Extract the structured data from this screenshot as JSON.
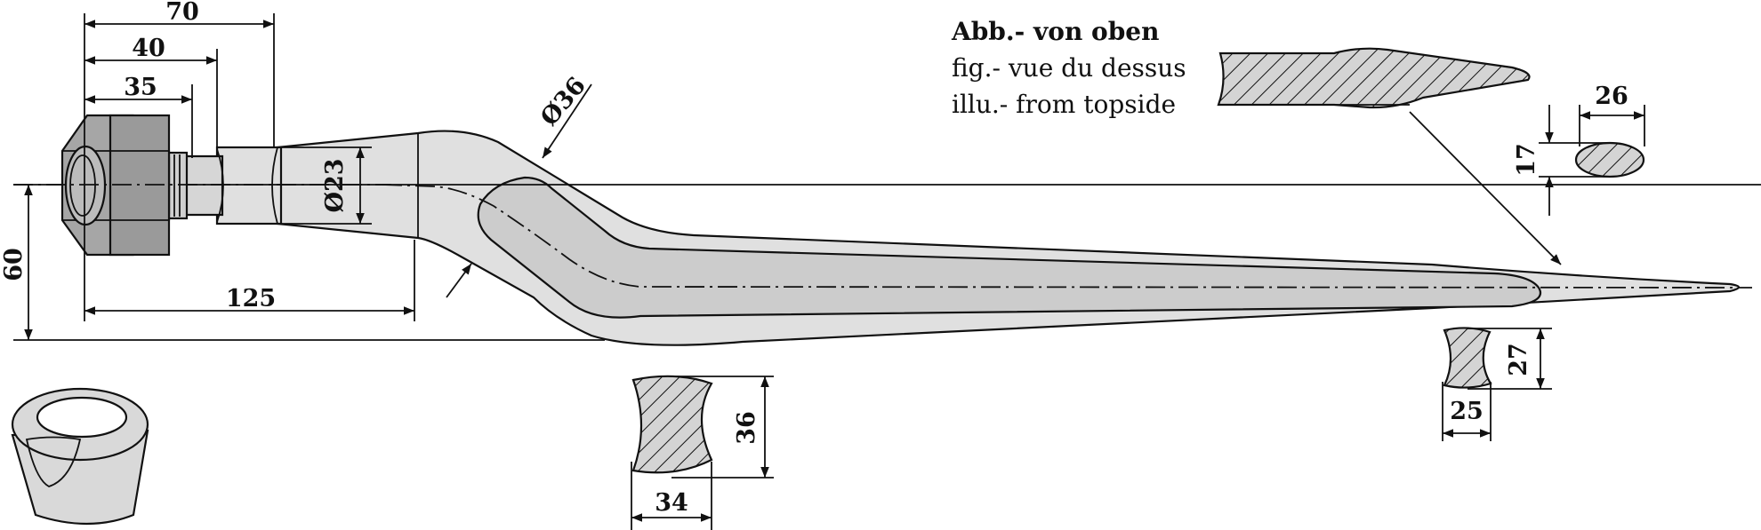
{
  "dimensions": {
    "len_70": "70",
    "len_40": "40",
    "len_35": "35",
    "len_125": "125",
    "height_60": "60",
    "dia_23": "Ø23",
    "dia_36": "Ø36",
    "sec_mid_h": "36",
    "sec_mid_w": "34",
    "sec_tip_h": "27",
    "sec_tip_w": "25",
    "top_w": "26",
    "top_h": "17"
  },
  "note": {
    "line1": "Abb.- von oben",
    "line2": "fig.- vue du dessus",
    "line3": "illu.- from topside"
  },
  "colors": {
    "tine_fill": "#e0e0e0",
    "groove_fill": "#cccccc",
    "nut_fill": "#a6a6a6",
    "outline": "#111111"
  }
}
